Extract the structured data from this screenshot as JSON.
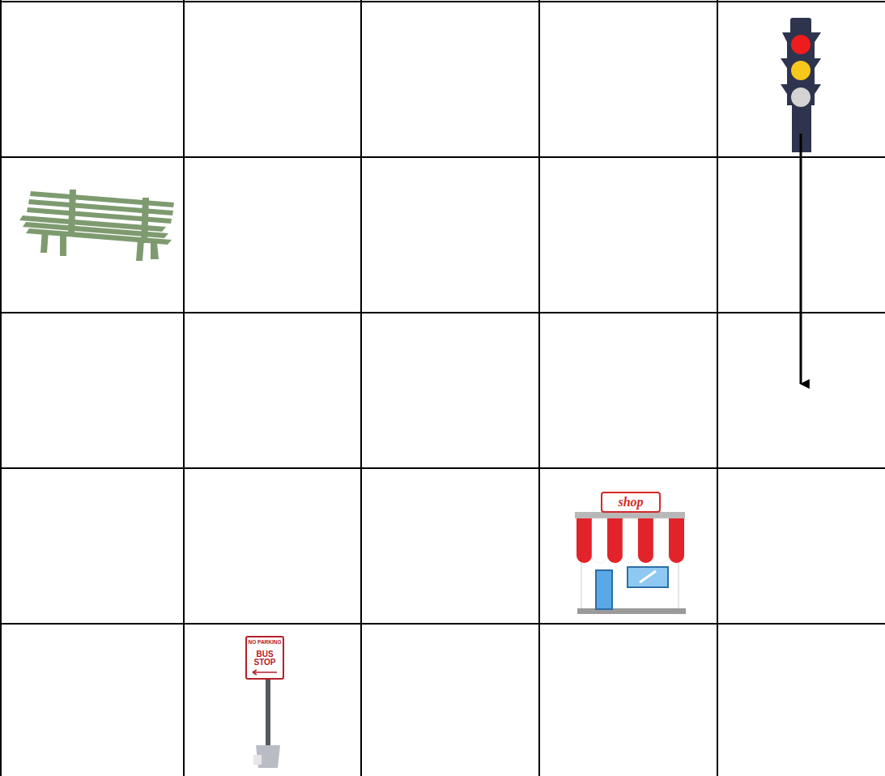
{
  "diagram": {
    "labels": [
      "shop",
      "NO PARKING",
      "BUS STOP"
    ]
  }
}
